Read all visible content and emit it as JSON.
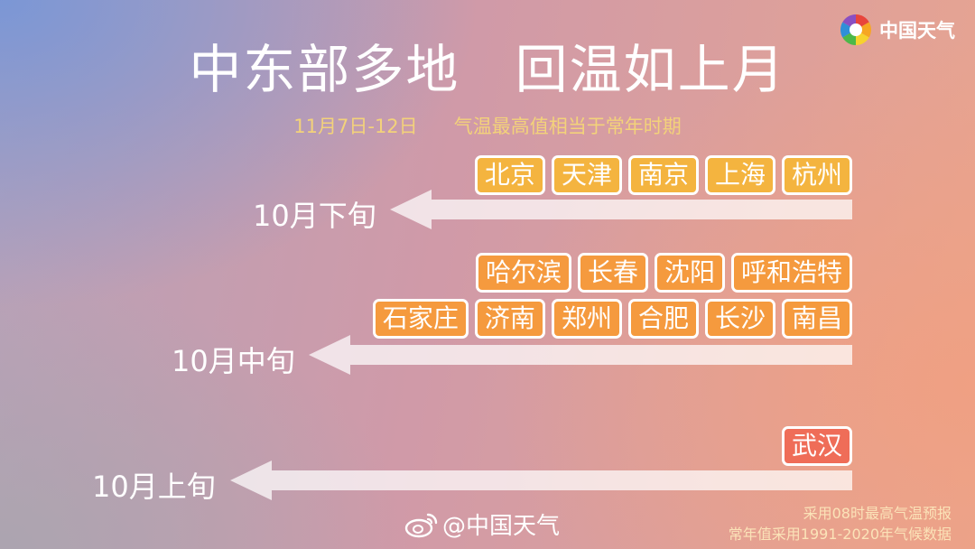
{
  "title": "中东部多地   回温如上月",
  "subtitle": "11月7日-12日      气温最高值相当于常年时期",
  "logo": {
    "text": "中国天气",
    "icon": "pinwheel-logo-icon"
  },
  "groups": [
    {
      "period": "10月下旬",
      "rows": [
        {
          "color": "#f4b43f",
          "cities": [
            "北京",
            "天津",
            "南京",
            "上海",
            "杭州"
          ]
        }
      ]
    },
    {
      "period": "10月中旬",
      "rows": [
        {
          "color": "#f59a3e",
          "cities": [
            "哈尔滨",
            "长春",
            "沈阳",
            "呼和浩特"
          ]
        },
        {
          "color": "#f59a3e",
          "cities": [
            "石家庄",
            "济南",
            "郑州",
            "合肥",
            "长沙",
            "南昌"
          ]
        }
      ]
    },
    {
      "period": "10月上旬",
      "rows": [
        {
          "color": "#ef6d58",
          "cities": [
            "武汉"
          ]
        }
      ]
    }
  ],
  "watermark": {
    "text": "@中国天气",
    "icon": "weibo-icon"
  },
  "notes": {
    "line1": "采用08时最高气温预报",
    "line2": "常年值采用1991-2020年气候数据"
  }
}
